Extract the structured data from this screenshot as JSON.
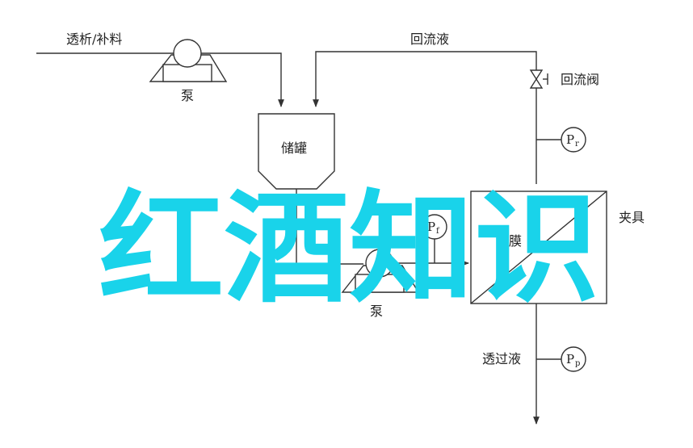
{
  "labels": {
    "feed": "透析/补料",
    "pump_top": "泵",
    "reflux": "回流液",
    "reflux_valve": "回流阀",
    "tank": "储罐",
    "membrane": "膜",
    "clamp": "夹具",
    "pump_bottom": "泵",
    "permeate": "透过液"
  },
  "gauges": {
    "pr": {
      "main": "P",
      "sub": "r"
    },
    "pf": {
      "main": "P",
      "sub": "f"
    },
    "pp": {
      "main": "P",
      "sub": "p"
    }
  },
  "overlay_text": "红酒知识",
  "colors": {
    "overlay": "#19D3EA",
    "line": "#333333"
  }
}
